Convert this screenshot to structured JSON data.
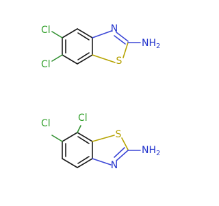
{
  "molecules": [
    {
      "name": "5,6-dichloro-1,3-benzothiazol-2-amine",
      "labels": {
        "cl_top": "Cl",
        "cl_bottom": "Cl",
        "n_ring": "N",
        "s_ring": "S",
        "amine": "NH2"
      }
    },
    {
      "name": "6,7-dichloro-1,3-benzothiazol-2-amine",
      "labels": {
        "cl_top": "Cl",
        "cl_left": "Cl",
        "n_ring": "N",
        "s_ring": "S",
        "amine": "NH2"
      }
    }
  ],
  "colors": {
    "bond": "#1a1a1a",
    "chlorine": "#33a02c",
    "nitrogen": "#2233cc",
    "sulfur": "#b5a000"
  }
}
